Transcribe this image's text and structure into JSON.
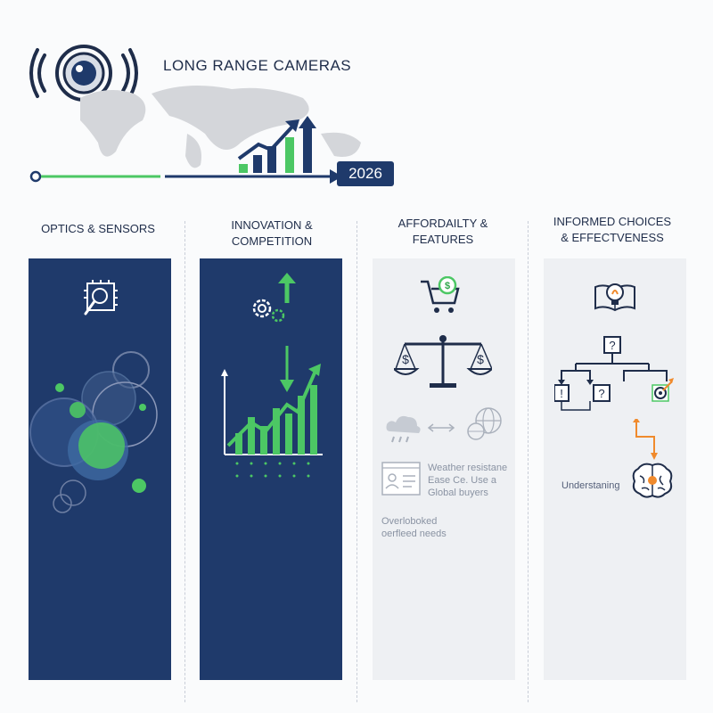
{
  "header": {
    "title": "LONG RANGE CAMERAS",
    "year": "2026"
  },
  "columns": [
    {
      "title_line1": "OPTICS & SENSORS",
      "title_line2": ""
    },
    {
      "title_line1": "INNOVATION &",
      "title_line2": "COMPETITION"
    },
    {
      "title_line1": "AFFORDAILTY &",
      "title_line2": "FEATURES"
    },
    {
      "title_line1": "INFORMED CHOICES",
      "title_line2": "& EFFECTVENESS"
    }
  ],
  "affordability_panel": {
    "card_lines": [
      "Weather resistane",
      "Ease Ce. Use a",
      "Global buyers"
    ],
    "note_lines": [
      "Overloboked",
      "oerfleed needs"
    ]
  },
  "choices_panel": {
    "understanding_label": "Understaning"
  },
  "colors": {
    "navy": "#1f3a6b",
    "green": "#4cc764",
    "orange": "#f08a2c",
    "light_panel": "#eef0f3"
  },
  "icons": [
    "camera-lens-icon",
    "world-map-icon",
    "growth-chart-icon",
    "chip-magnifier-icon",
    "gears-up-arrow-icon",
    "rising-bar-chart-icon",
    "shopping-cart-dollar-icon",
    "balance-scale-icon",
    "cloud-rain-icon",
    "globe-icon",
    "id-card-icon",
    "book-lightbulb-icon",
    "decision-tree-icon",
    "target-icon",
    "brain-icon"
  ]
}
